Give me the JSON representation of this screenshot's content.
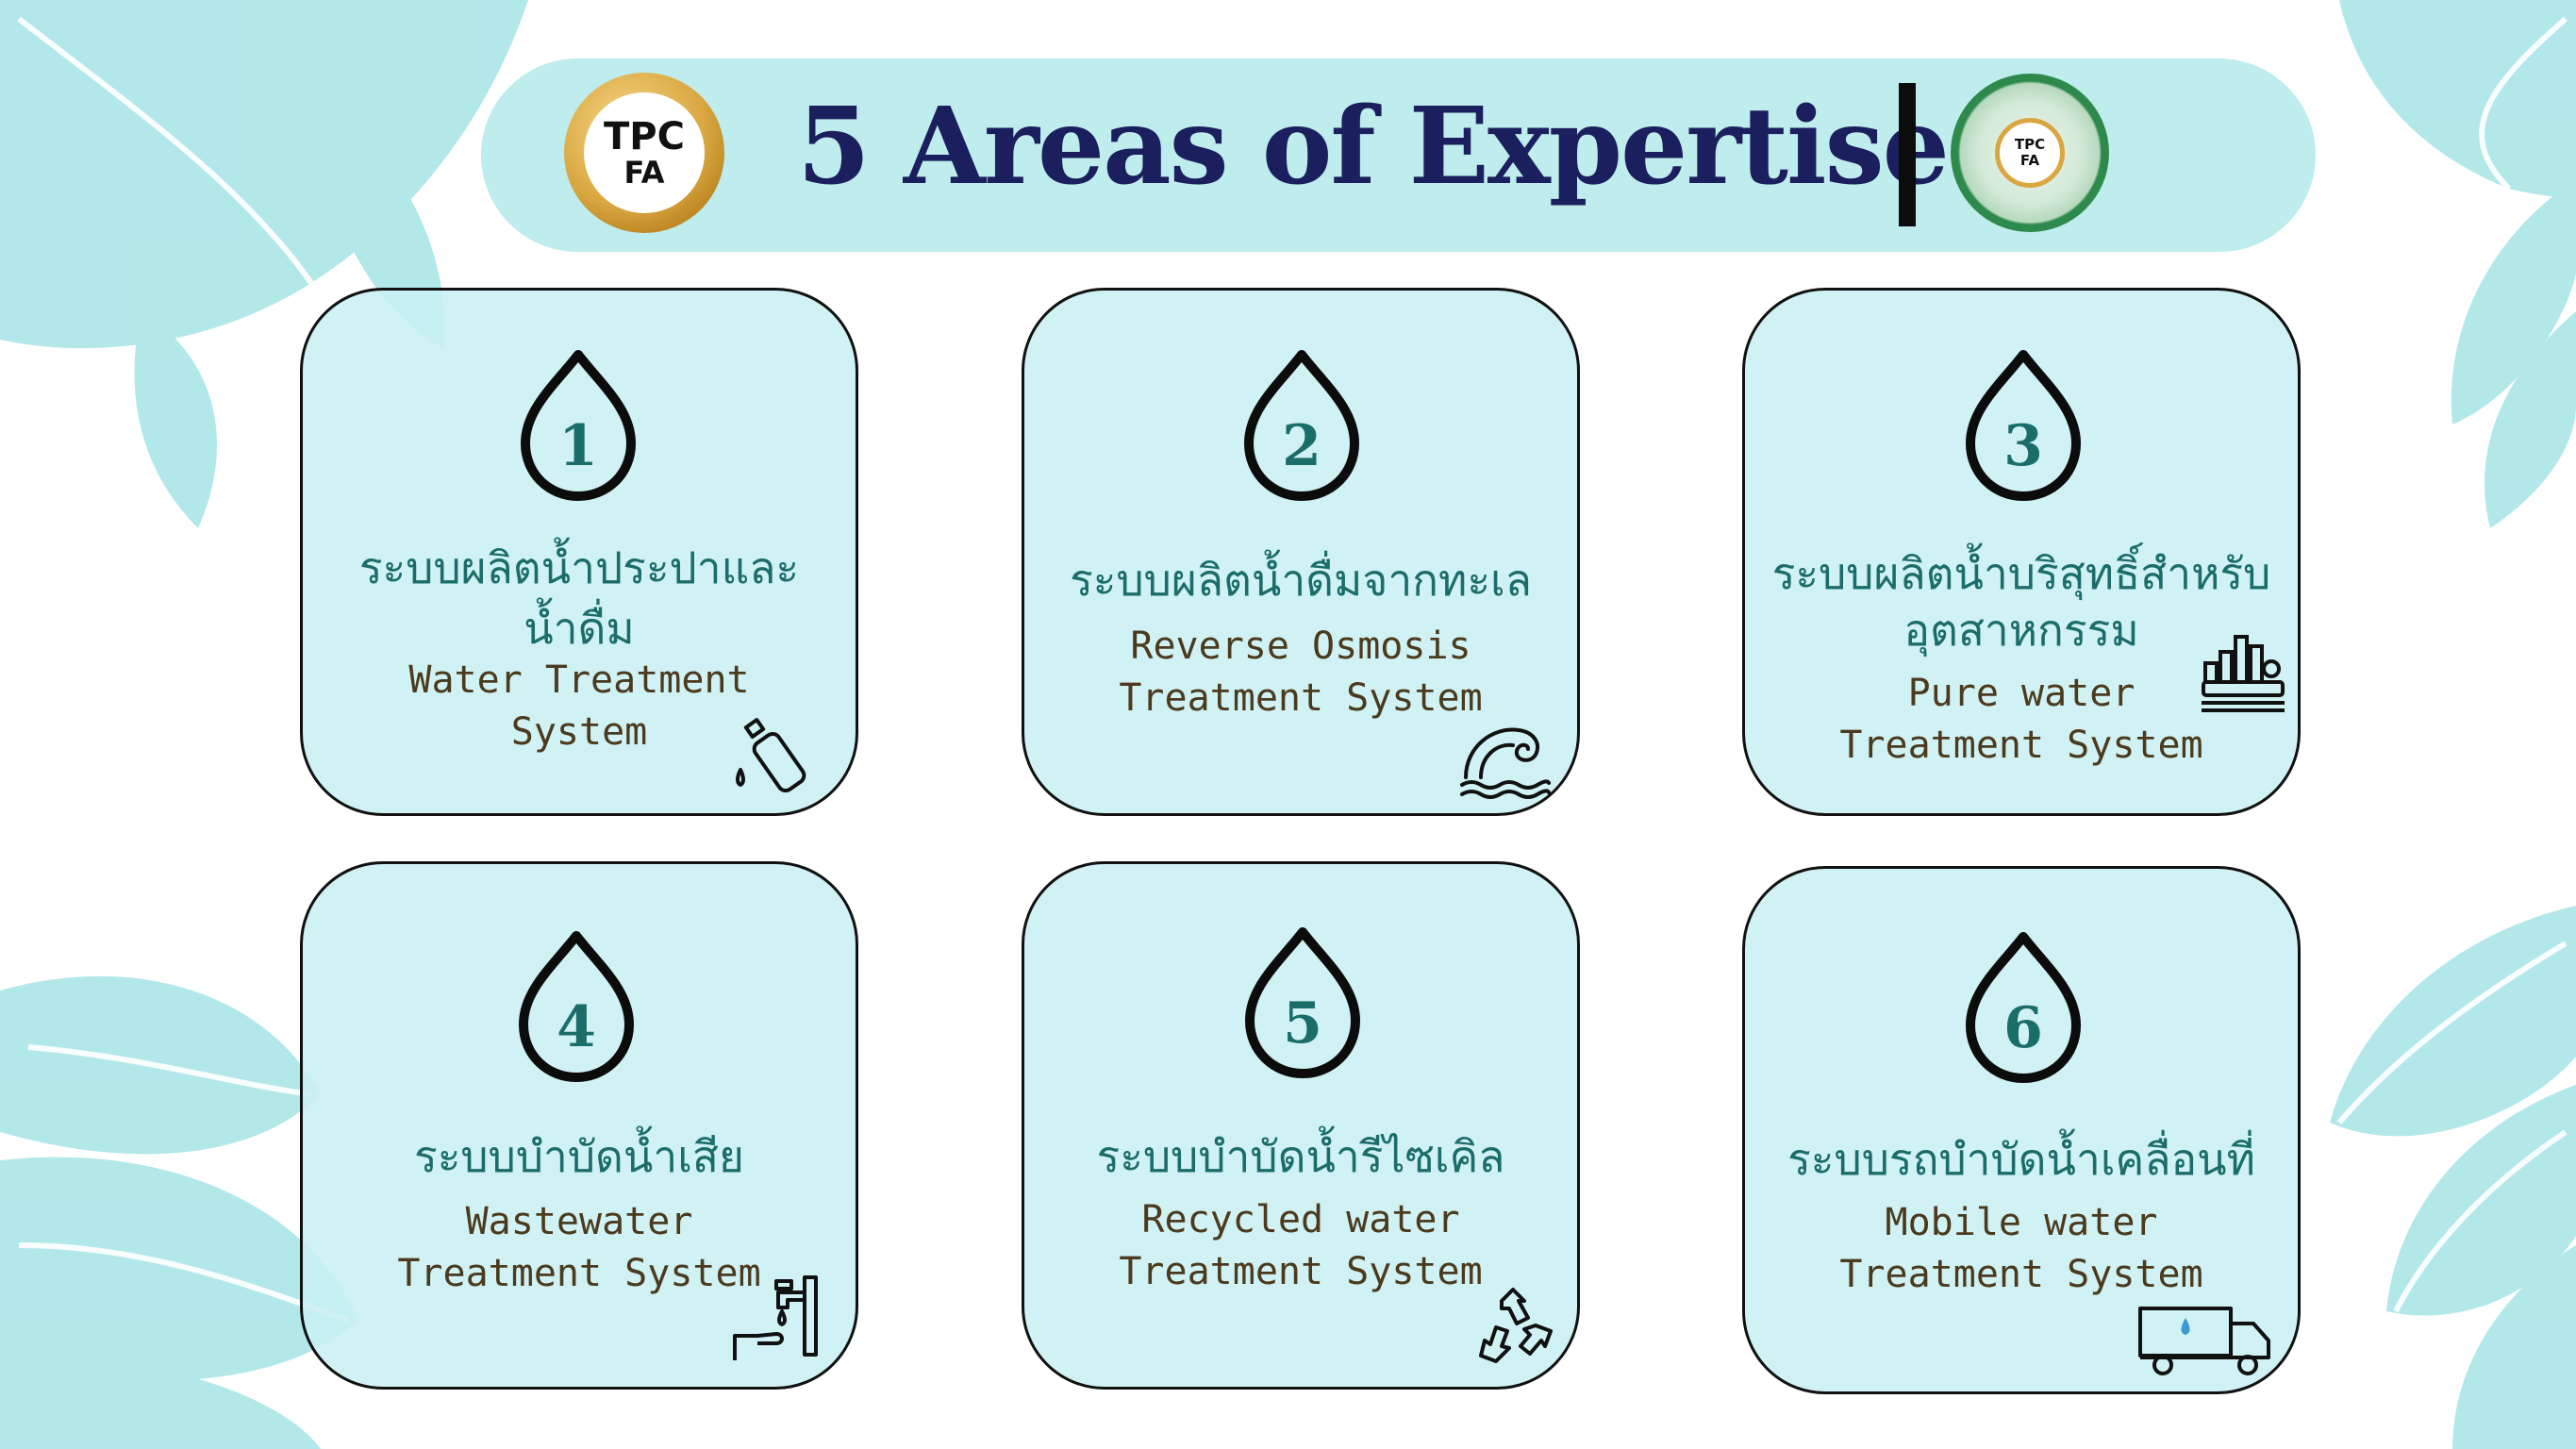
{
  "header": {
    "title": "5 Areas of Expertise",
    "logo_left": {
      "line1": "TPC",
      "line2": "FA"
    },
    "logo_right": {
      "line1": "TPC",
      "line2": "FA"
    }
  },
  "cards": [
    {
      "number": "1",
      "thai_line1": "ระบบผลิตน้ำประปาและ",
      "thai_line2": "น้ำดื่ม",
      "eng_line1": "Water Treatment",
      "eng_line2": "System",
      "icon": "water-bottle-icon"
    },
    {
      "number": "2",
      "thai_line1": "ระบบผลิตน้ำดื่มจากทะเล",
      "eng_line1": "Reverse Osmosis",
      "eng_line2": "Treatment System",
      "icon": "wave-icon"
    },
    {
      "number": "3",
      "thai_line1": "ระบบผลิตน้ำบริสุทธิ์สำหรับ",
      "thai_line2": "อุตสาหกรรม",
      "eng_line1": "Pure water",
      "eng_line2": "Treatment System",
      "icon": "factory-icon"
    },
    {
      "number": "4",
      "thai_line1": "ระบบบำบัดน้ำเสีย",
      "eng_line1": "Wastewater",
      "eng_line2": "Treatment System",
      "icon": "faucet-hand-icon"
    },
    {
      "number": "5",
      "thai_line1": "ระบบบำบัดน้ำรีไซเคิล",
      "eng_line1": "Recycled water",
      "eng_line2": "Treatment System",
      "icon": "recycle-icon"
    },
    {
      "number": "6",
      "thai_line1": "ระบบรถบำบัดน้ำเคลื่อนที่",
      "eng_line1": "Mobile water",
      "eng_line2": "Treatment System",
      "icon": "truck-icon"
    }
  ],
  "colors": {
    "banner": "#bfecec",
    "card_fill": "#caf0f2",
    "title": "#1b1f5e",
    "number": "#1b6d6a",
    "leaf": "#a6e4e6"
  }
}
